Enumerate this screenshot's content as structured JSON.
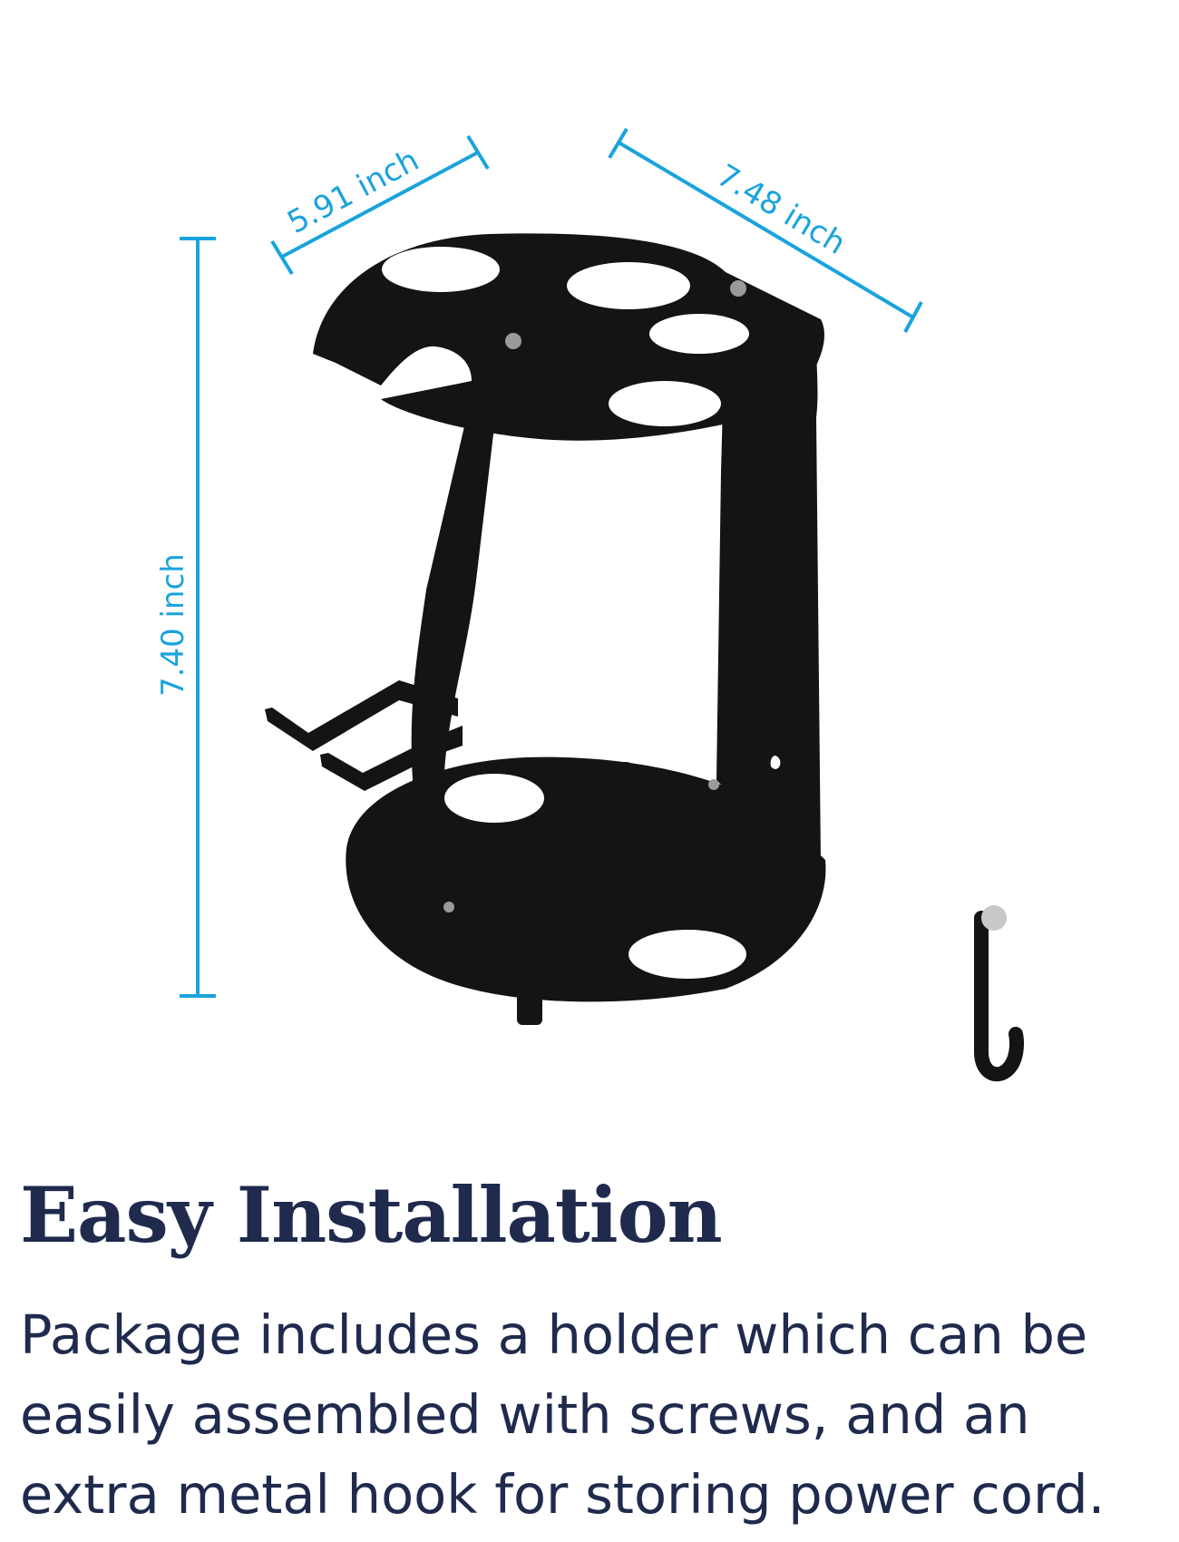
{
  "dimensions": {
    "width_label": "5.91 inch",
    "depth_label": "7.48 inch",
    "height_label": "7.40 inch"
  },
  "colors": {
    "dimension_line": "#1aa3dd",
    "metal": "#141414",
    "headline_text": "#1f2a4d"
  },
  "product": {
    "holder": "black-metal-stand",
    "hook": "metal-hook"
  },
  "headline": "Easy Installation",
  "description": "Package includes a holder which can be easily assembled with screws, and an extra metal hook for storing power cord."
}
